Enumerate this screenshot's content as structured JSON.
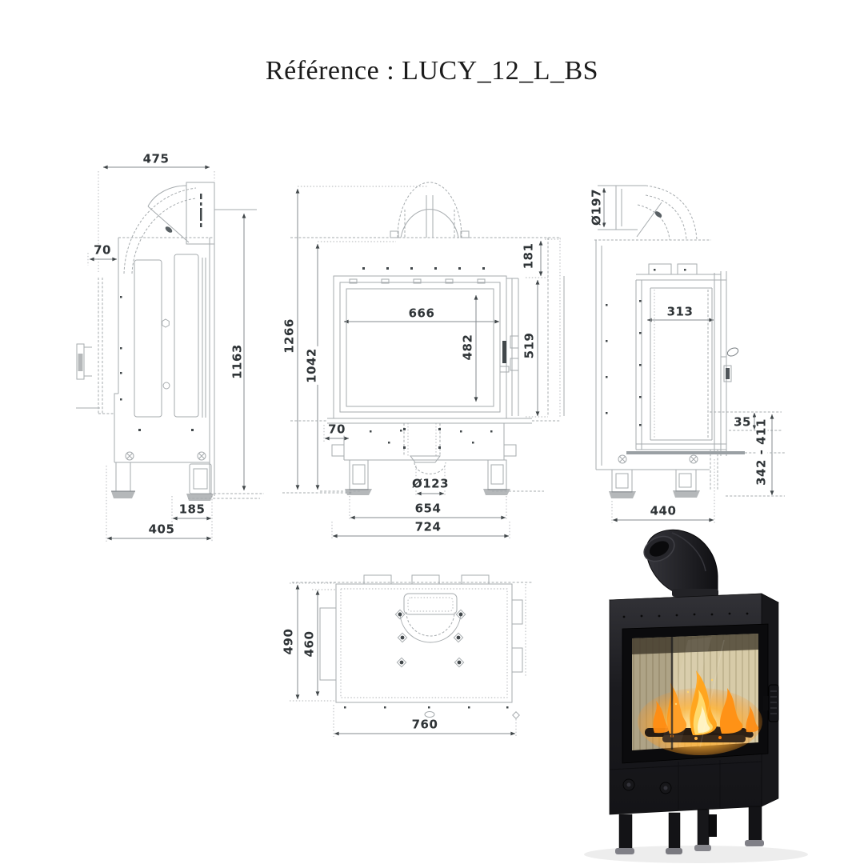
{
  "page": {
    "title": "Référence : LUCY_12_L_BS"
  },
  "colors": {
    "line": "#a6abae",
    "line-dark": "#787e82",
    "dim": "#858b8f",
    "dim-text": "#2e3336",
    "flame": "#ffa51e"
  },
  "drawing": {
    "views": {
      "left_side": {
        "dims": {
          "width_top": "475",
          "rear_offset": "70",
          "height_total": "1163",
          "foot_offset": "185",
          "depth_total": "405"
        }
      },
      "front": {
        "dims": {
          "height_max": "1266",
          "height_body": "1042",
          "glass_width": "666",
          "glass_height": "482",
          "door_height": "519",
          "top_section": "181",
          "base_inset": "70",
          "inlet_diameter": "Ø123",
          "width_body": "654",
          "width_total": "724"
        }
      },
      "right_side": {
        "dims": {
          "flue_diameter": "Ø197",
          "glass_width": "313",
          "base_gap": "35",
          "leg_height_range": "342 - 411",
          "depth_body": "440"
        }
      },
      "top": {
        "dims": {
          "depth_total": "490",
          "depth_body": "460",
          "width_total": "760"
        }
      }
    }
  }
}
